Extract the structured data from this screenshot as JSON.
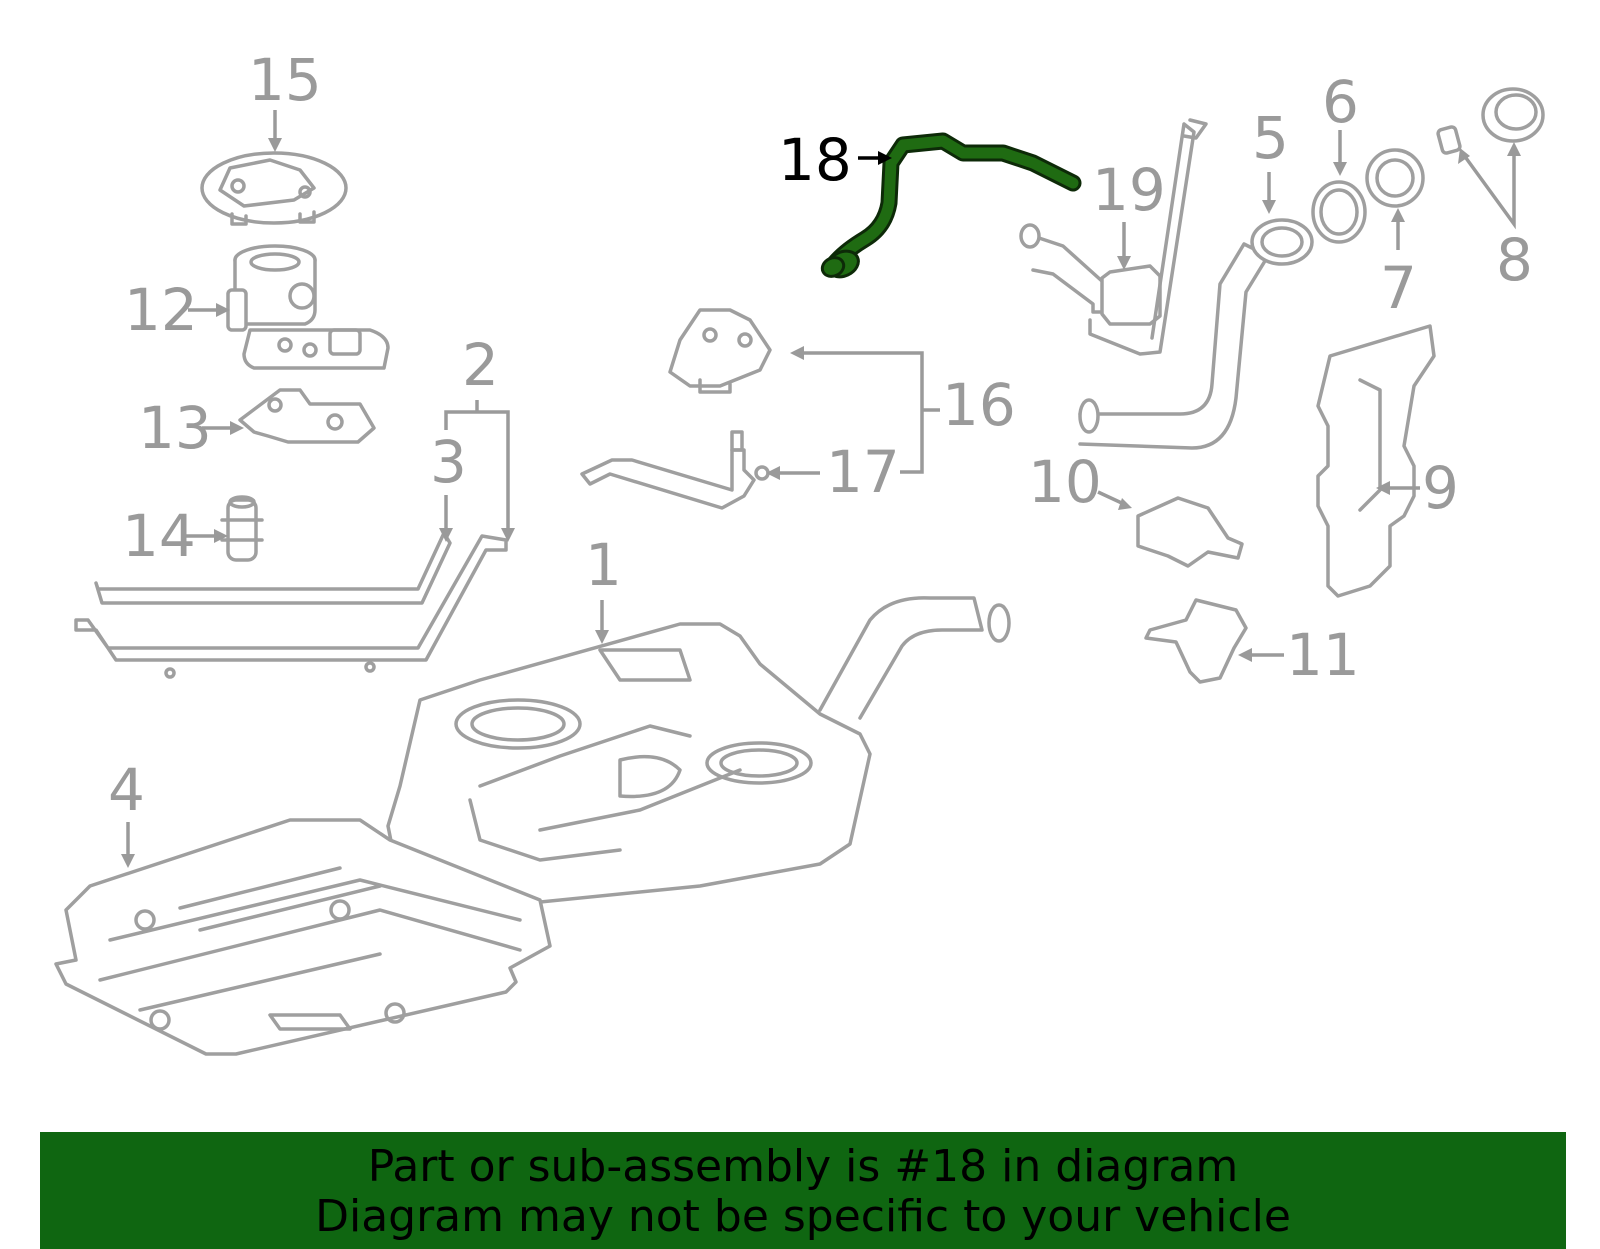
{
  "callouts": {
    "c1": "1",
    "c2": "2",
    "c3": "3",
    "c4": "4",
    "c5": "5",
    "c6": "6",
    "c7": "7",
    "c8": "8",
    "c9": "9",
    "c10": "10",
    "c11": "11",
    "c12": "12",
    "c13": "13",
    "c14": "14",
    "c15": "15",
    "c16": "16",
    "c17": "17",
    "c18": "18",
    "c19": "19"
  },
  "highlight": {
    "part": "18",
    "color": "#1f6b12"
  },
  "banner": {
    "line1": "Part or sub-assembly is #18 in diagram",
    "line2": "Diagram may not be specific to your vehicle",
    "background": "#0f6611"
  }
}
